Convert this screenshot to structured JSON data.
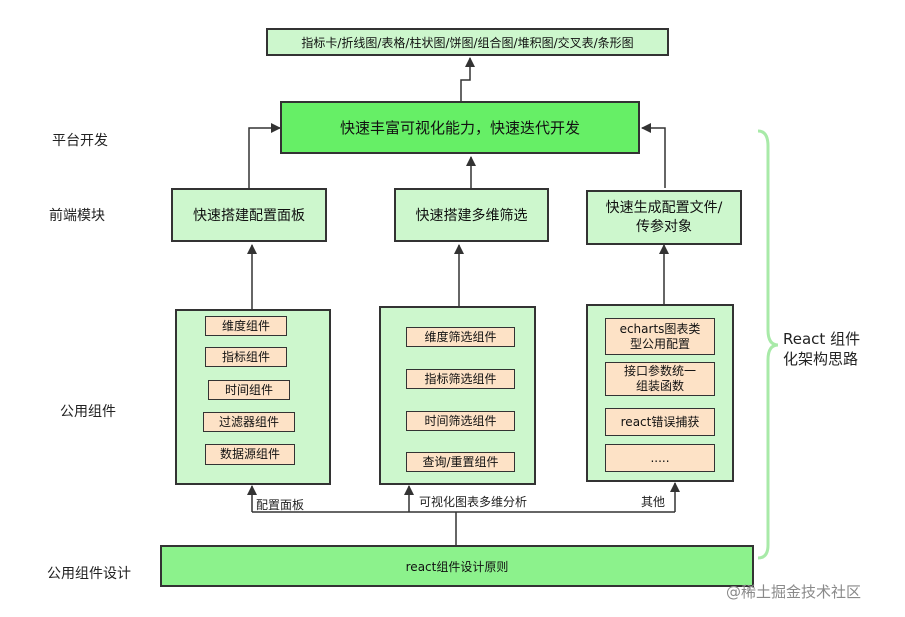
{
  "top_output": "指标卡/折线图/表格/柱状图/饼图/组合图/堆积图/交叉表/条形图",
  "platform_box": "快速丰富可视化能力，快速迭代开发",
  "layer_labels": {
    "platform": "平台开发",
    "frontend": "前端模块",
    "common": "公用组件",
    "design": "公用组件设计"
  },
  "modules": {
    "left": "快速搭建配置面板",
    "middle": "快速搭建多维筛选",
    "right_line1": "快速生成配置文件/",
    "right_line2": "传参对象"
  },
  "left_components": [
    "维度组件",
    "指标组件",
    "时间组件",
    "过滤器组件",
    "数据源组件"
  ],
  "middle_components": [
    "维度筛选组件",
    "指标筛选组件",
    "时间筛选组件",
    "查询/重置组件"
  ],
  "right_components": [
    {
      "line1": "echarts图表类",
      "line2": "型公用配置"
    },
    {
      "line1": "接口参数统一",
      "line2": "组装函数"
    },
    {
      "line1": "react错误捕获",
      "line2": ""
    },
    {
      "line1": ".....",
      "line2": ""
    }
  ],
  "branch_labels": {
    "left": "配置面板",
    "middle": "可视化图表多维分析",
    "right": "其他"
  },
  "foundation": "react组件设计原则",
  "side_label_line1": "React 组件",
  "side_label_line2": "化架构思路",
  "watermark": "@稀土掘金技术社区",
  "colors": {
    "light_green": "#cdf7cd",
    "bright_green": "#66ef66",
    "peach": "#fde2c6",
    "side_brace": "#a8eaa8"
  }
}
